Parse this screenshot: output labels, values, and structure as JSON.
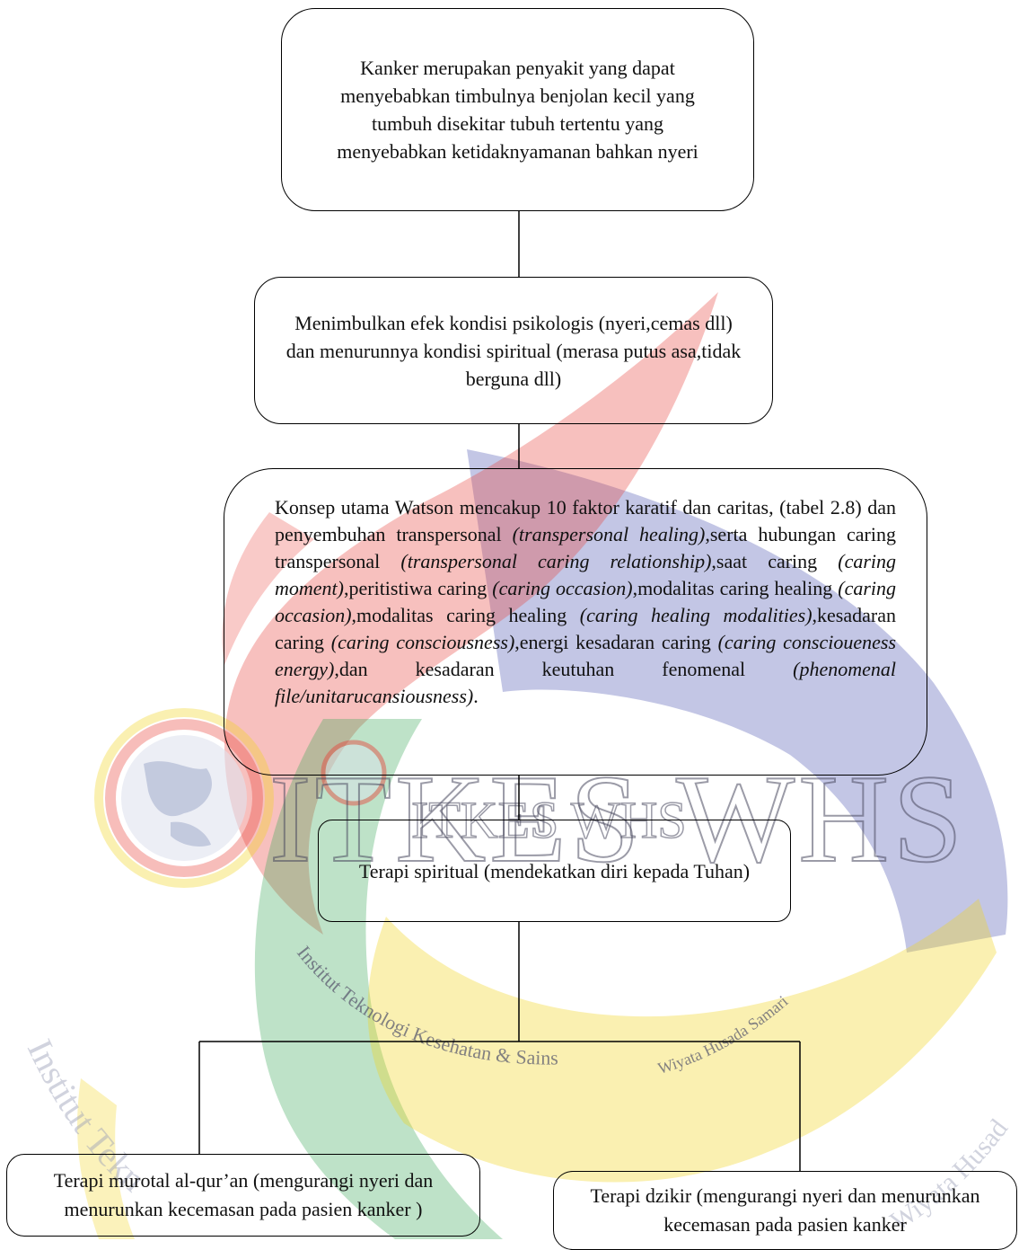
{
  "watermark": {
    "brand": "ITKES WHS",
    "brand_small": "ITKES WHS",
    "institute": "Institut Teknologi Kesehatan & Sains",
    "institute_suffix": "Wiyata Husada Samarinda",
    "colors": {
      "red": "#e8413a",
      "green": "#3aa657",
      "yellow": "#f2d41f",
      "blue": "#4a53b0"
    }
  },
  "nodes": {
    "cancer": "Kanker merupakan penyakit yang dapat menyebabkan timbulnya benjolan kecil yang tumbuh disekitar tubuh tertentu yang menyebabkan ketidaknyamanan bahkan nyeri",
    "effect": "Menimbulkan efek kondisi psikologis (nyeri,cemas dll) dan menurunnya kondisi spiritual (merasa putus asa,tidak berguna dll)",
    "watson": [
      {
        "t": "Konsep utama Watson  mencakup 10 faktor karatif  dan caritas, (tabel 2.8) dan penyembuhan transpersonal ",
        "i": false
      },
      {
        "t": "(transpersonal healing)",
        "i": true
      },
      {
        "t": ",serta hubungan caring transpersonal ",
        "i": false
      },
      {
        "t": "(transpersonal caring relationship)",
        "i": true
      },
      {
        "t": ",saat caring ",
        "i": false
      },
      {
        "t": "(caring moment)",
        "i": true
      },
      {
        "t": ",peritistiwa caring ",
        "i": false
      },
      {
        "t": "(caring occasion)",
        "i": true
      },
      {
        "t": ",modalitas caring healing ",
        "i": false
      },
      {
        "t": "(caring occasion)",
        "i": true
      },
      {
        "t": ",modalitas caring healing ",
        "i": false
      },
      {
        "t": "(caring healing modalities)",
        "i": true
      },
      {
        "t": ",kesadaran caring ",
        "i": false
      },
      {
        "t": "(caring consciousness)",
        "i": true
      },
      {
        "t": ",energi kesadaran caring ",
        "i": false
      },
      {
        "t": "(caring conscioueness energy)",
        "i": true
      },
      {
        "t": ",dan kesadaran keutuhan fenomenal ",
        "i": false
      },
      {
        "t": "(phenomenal file/unitarucansiousness)",
        "i": true
      },
      {
        "t": ".",
        "i": false
      }
    ],
    "spiritual": "Terapi spiritual (mendekatkan diri kepada Tuhan)",
    "murotal": "Terapi murotal al-qur’an  (mengurangi nyeri dan menurunkan kecemasan pada pasien kanker )",
    "dzikir": "Terapi dzikir (mengurangi nyeri dan menurunkan kecemasan pada pasien kanker"
  }
}
